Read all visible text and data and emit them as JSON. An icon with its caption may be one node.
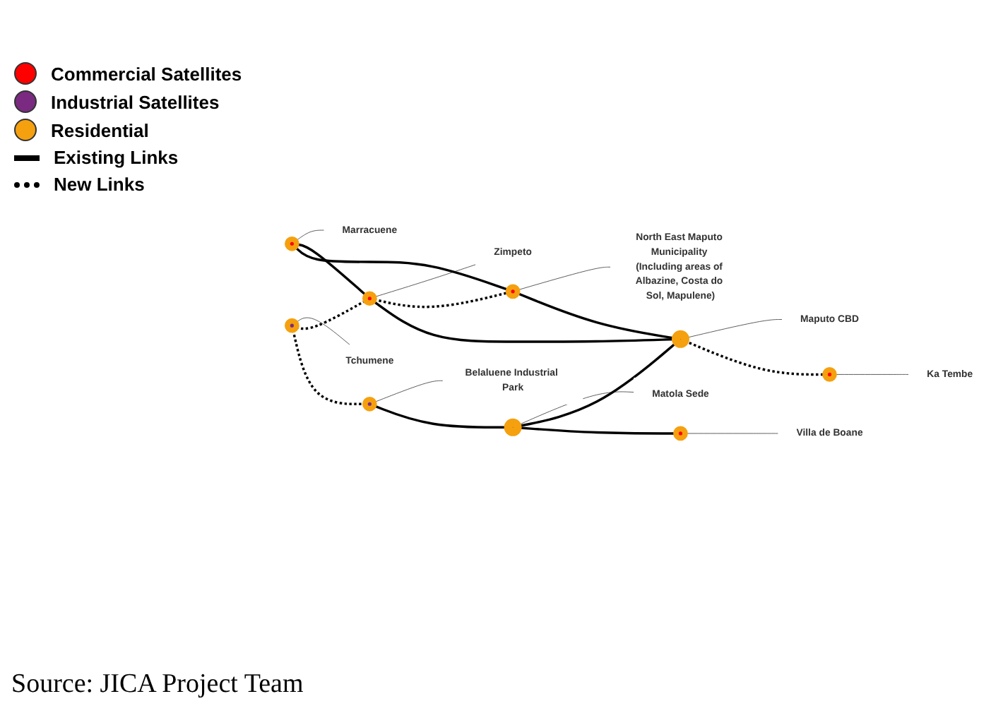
{
  "diagram": {
    "caption": "Source: JICA Project Team",
    "nodes": [
      {
        "text": [
          "Marracuene"
        ]
      },
      {
        "text": [],
        "shape": "circle"
      },
      {
        "text": [
          "Tchumene"
        ]
      },
      {
        "text": [],
        "shape": "circle"
      },
      {
        "text": [
          "Zimpeto"
        ]
      },
      {
        "text": [],
        "shape": "circle"
      },
      {
        "text": [
          "North East Maputo Municipality (Including areas of Albazine, Costa do Sol, Mapulene)"
        ]
      },
      {
        "text": [],
        "shape": "circle"
      },
      {
        "text": [
          "Belaluene Industrial Park"
        ]
      },
      {
        "text": [],
        "shape": "circle"
      },
      {
        "text": [
          "Matola Sede"
        ]
      },
      {
        "text": [],
        "shape": "circle"
      },
      {
        "text": [
          "Maputo CBD"
        ]
      },
      {
        "text": [],
        "shape": "circle"
      },
      {
        "text": [
          "Villa de Boane"
        ]
      },
      {
        "text": [],
        "shape": "circle"
      },
      {
        "text": [
          "Ka Tembe"
        ]
      },
      {
        "text": [],
        "shape": "circle"
      }
    ],
    "edges": [
      {
        "from": 1,
        "to": 0,
        "arrow": "none"
      },
      {
        "from": 3,
        "to": 2,
        "arrow": "none"
      },
      {
        "from": 5,
        "to": 4,
        "arrow": "none"
      },
      {
        "from": 7,
        "to": 6,
        "arrow": "none"
      },
      {
        "from": 9,
        "to": 8,
        "arrow": "none"
      },
      {
        "from": 11,
        "to": 10,
        "arrow": "none"
      },
      {
        "from": 13,
        "to": 12,
        "arrow": "none"
      },
      {
        "from": 15,
        "to": 14,
        "arrow": "none"
      },
      {
        "from": 17,
        "to": 16,
        "arrow": "none"
      },
      {
        "from": 1,
        "to": 5,
        "arrow": "none"
      },
      {
        "from": 1,
        "to": 7,
        "arrow": "none"
      },
      {
        "from": 3,
        "to": 5,
        "arrow": "none",
        "style": "dashed"
      },
      {
        "from": 5,
        "to": 7,
        "arrow": "none",
        "style": "dashed"
      },
      {
        "from": 5,
        "to": 13,
        "arrow": "none"
      },
      {
        "from": 7,
        "to": 13,
        "arrow": "none"
      },
      {
        "from": 3,
        "to": 9,
        "arrow": "none",
        "style": "dashed"
      },
      {
        "from": 9,
        "to": 11,
        "arrow": "none"
      },
      {
        "from": 11,
        "to": 13,
        "arrow": "none"
      },
      {
        "from": 11,
        "to": 15,
        "arrow": "none"
      },
      {
        "from": 13,
        "to": 17,
        "arrow": "none",
        "style": "dashed"
      }
    ],
    "legend": [
      {
        "text": "Commercial Satellites",
        "color": "#ff0000"
      },
      {
        "text": "Industrial Satellites",
        "color": "#7a2a80"
      },
      {
        "text": "Residential",
        "color": "#f5a00f"
      },
      {
        "text": "Existing Links"
      },
      {
        "text": "New Links"
      }
    ]
  }
}
